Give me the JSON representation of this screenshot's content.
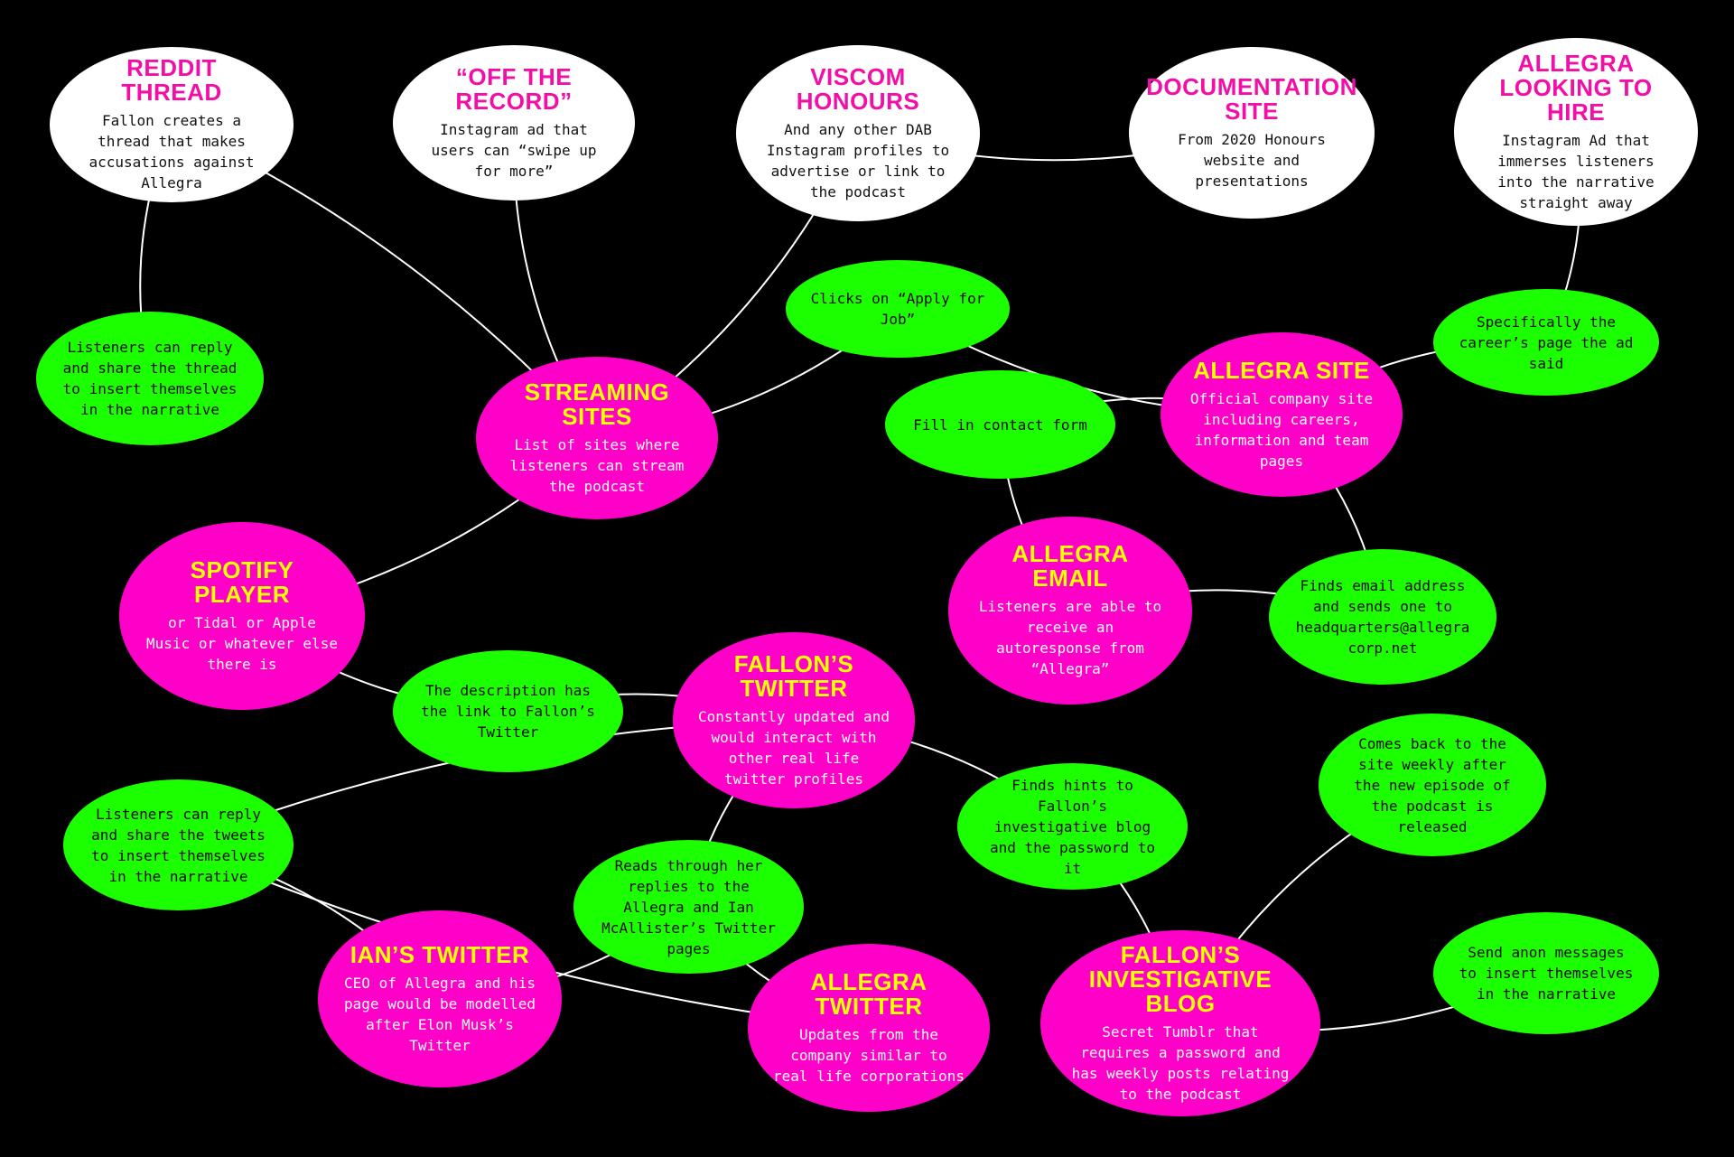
{
  "colors": {
    "background": "#000000",
    "white_node": "#ffffff",
    "magenta_node": "#ff00c8",
    "green_node": "#1cff00",
    "white_title": "#f20fa8",
    "magenta_title": "#f6ff00",
    "connector": "#ffffff"
  },
  "nodes": {
    "reddit_thread": {
      "title": "REDDIT THREAD",
      "desc": "Fallon creates a thread that makes accusations against Allegra"
    },
    "off_the_record": {
      "title": "“OFF THE RECORD”",
      "desc": "Instagram ad that users can “swipe up for more”"
    },
    "viscom_honours": {
      "title": "VISCOM HONOURS",
      "desc": "And any other DAB Instagram profiles to advertise or link to the podcast"
    },
    "documentation_site": {
      "title": "DOCUMENTATION SITE",
      "desc": "From 2020 Honours website and presentations"
    },
    "allegra_hiring": {
      "title": "ALLEGRA LOOKING TO HIRE",
      "desc": "Instagram Ad that immerses listeners into the narrative straight away"
    },
    "reddit_reply": {
      "desc": "Listeners can reply and share the thread to insert themselves in the narrative"
    },
    "apply_job": {
      "desc": "Clicks on “Apply for Job”"
    },
    "careers_page": {
      "desc": "Specifically the career’s page the ad said"
    },
    "streaming_sites": {
      "title": "STREAMING SITES",
      "desc": "List of sites where listeners can stream the podcast"
    },
    "contact_form": {
      "desc": "Fill in contact form"
    },
    "allegra_site": {
      "title": "ALLEGRA SITE",
      "desc": "Official company site including careers, information and team pages"
    },
    "spotify_player": {
      "title": "SPOTIFY PLAYER",
      "desc": "or Tidal or Apple Music or whatever else there is"
    },
    "allegra_email": {
      "title": "ALLEGRA EMAIL",
      "desc": "Listeners are able to receive an autoresponse from “Allegra”"
    },
    "finds_email": {
      "desc": "Finds email address and sends one to headquarters@allegra corp.net"
    },
    "description_link": {
      "desc": "The description has the link to Fallon’s Twitter"
    },
    "fallons_twitter": {
      "title": "FALLON’S TWITTER",
      "desc": "Constantly updated and would interact with other real life twitter profiles"
    },
    "comes_back": {
      "desc": "Comes back to the site weekly after the new episode of the podcast is released"
    },
    "tweets_reply": {
      "desc": "Listeners can reply and share the tweets to insert themselves in the narrative"
    },
    "finds_hints": {
      "desc": "Finds hints to Fallon’s investigative blog and the password to it"
    },
    "reads_replies": {
      "desc": "Reads through her replies to the Allegra and Ian McAllister’s Twitter pages"
    },
    "ians_twitter": {
      "title": "IAN’S TWITTER",
      "desc": "CEO of Allegra and his page would be modelled after Elon Musk’s Twitter"
    },
    "allegra_twitter": {
      "title": "ALLEGRA TWITTER",
      "desc": "Updates from the company similar to real life corporations"
    },
    "investigative_blog": {
      "title": "FALLON’S INVESTIGATIVE BLOG",
      "desc": "Secret Tumblr that requires a password and has weekly posts relating to the podcast"
    },
    "anon_messages": {
      "desc": "Send anon messages to insert themselves in the narrative"
    }
  },
  "links": [
    [
      "reddit_thread",
      "reddit_reply"
    ],
    [
      "reddit_thread",
      "streaming_sites"
    ],
    [
      "off_the_record",
      "streaming_sites"
    ],
    [
      "viscom_honours",
      "streaming_sites"
    ],
    [
      "viscom_honours",
      "documentation_site"
    ],
    [
      "apply_job",
      "streaming_sites"
    ],
    [
      "apply_job",
      "allegra_site"
    ],
    [
      "allegra_hiring",
      "careers_page"
    ],
    [
      "careers_page",
      "allegra_site"
    ],
    [
      "contact_form",
      "allegra_site"
    ],
    [
      "contact_form",
      "allegra_email"
    ],
    [
      "allegra_site",
      "finds_email"
    ],
    [
      "finds_email",
      "allegra_email"
    ],
    [
      "streaming_sites",
      "spotify_player"
    ],
    [
      "spotify_player",
      "description_link"
    ],
    [
      "description_link",
      "fallons_twitter"
    ],
    [
      "fallons_twitter",
      "tweets_reply"
    ],
    [
      "fallons_twitter",
      "finds_hints"
    ],
    [
      "fallons_twitter",
      "reads_replies"
    ],
    [
      "reads_replies",
      "ians_twitter"
    ],
    [
      "reads_replies",
      "allegra_twitter"
    ],
    [
      "tweets_reply",
      "ians_twitter"
    ],
    [
      "tweets_reply",
      "allegra_twitter"
    ],
    [
      "finds_hints",
      "investigative_blog"
    ],
    [
      "comes_back",
      "investigative_blog"
    ],
    [
      "anon_messages",
      "investigative_blog"
    ]
  ]
}
